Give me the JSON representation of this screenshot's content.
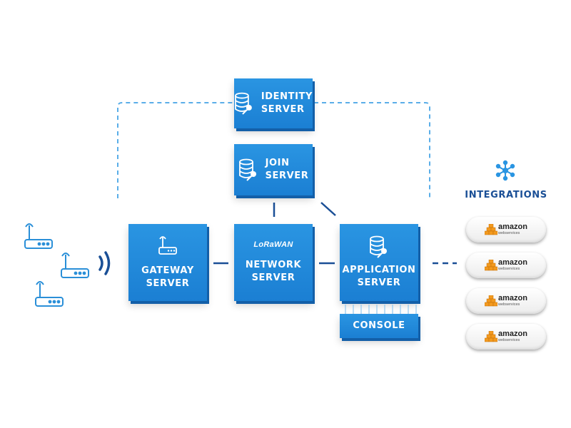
{
  "diagram": {
    "identity_server": {
      "line1": "IDENTITY",
      "line2": "SERVER"
    },
    "join_server": {
      "line1": "JOIN",
      "line2": "SERVER"
    },
    "gateway_server": {
      "line1": "GATEWAY",
      "line2": "SERVER"
    },
    "network_server": {
      "line1": "NETWORK",
      "line2": "SERVER",
      "logo": "LoRaWAN"
    },
    "application_server": {
      "line1": "APPLICATION",
      "line2": "SERVER"
    },
    "console": {
      "label": "CONSOLE"
    },
    "integrations": {
      "title": "INTEGRATIONS",
      "items": [
        {
          "brand": "amazon",
          "sub": "webservices"
        },
        {
          "brand": "amazon",
          "sub": "webservices"
        },
        {
          "brand": "amazon",
          "sub": "webservices"
        },
        {
          "brand": "amazon",
          "sub": "webservices"
        }
      ]
    },
    "icons": {
      "database": "database-key-icon",
      "router": "router-icon",
      "signal": "wireless-signal-icon",
      "hub": "integrations-hub-icon"
    },
    "colors": {
      "box": "#1f88d8",
      "box_shadow": "#135fa8",
      "line": "#1a4f96",
      "dashed": "#5aaee8",
      "router_stroke": "#2a8fd8",
      "aws_orange": "#f39a1f"
    }
  }
}
